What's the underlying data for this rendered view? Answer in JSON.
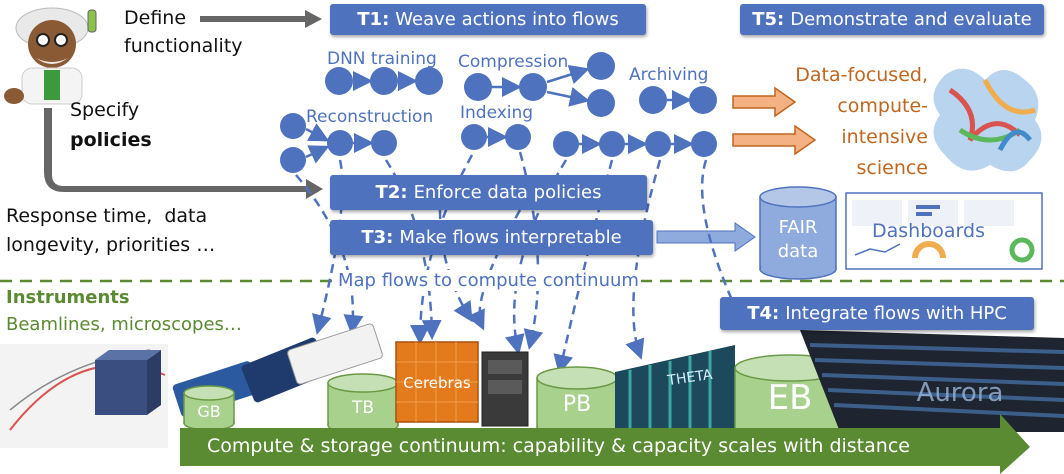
{
  "tasks": {
    "t1": {
      "id": "T1:",
      "text": "Weave actions into flows"
    },
    "t2": {
      "id": "T2:",
      "text": "Enforce data policies"
    },
    "t3": {
      "id": "T3:",
      "text": "Make flows interpretable"
    },
    "t4": {
      "id": "T4:",
      "text": "Integrate flows with HPC"
    },
    "t5": {
      "id": "T5:",
      "text": "Demonstrate and evaluate"
    }
  },
  "scientist": {
    "define": "Define\nfunctionality",
    "specify": "Specify",
    "policies": "policies",
    "examples": "Response time,  data\nlongevity, priorities …"
  },
  "flows": {
    "dnn": "DNN training",
    "compression": "Compression",
    "archiving": "Archiving",
    "reconstruction": "Reconstruction",
    "indexing": "Indexing"
  },
  "science": "Data-focused,\ncompute-\nintensive\nscience",
  "fair": "FAIR\ndata",
  "dashboards": "Dashboards",
  "map_flows": "Map flows to compute continuum",
  "instruments": {
    "title": "Instruments",
    "sub": "Beamlines, microscopes…"
  },
  "storage": {
    "gb": "GB",
    "tb": "TB",
    "pb": "PB",
    "eb": "EB"
  },
  "cerebras": "Cerebras",
  "theta": "THETA",
  "aurora": "Aurora",
  "continuum": "Compute & storage continuum: capability & capacity scales with distance",
  "colors": {
    "blue": "#4f72bf",
    "green": "#5a8a32",
    "orange": "#c0661f",
    "cyl_green": "#a9d18e",
    "gray": "#777777"
  }
}
